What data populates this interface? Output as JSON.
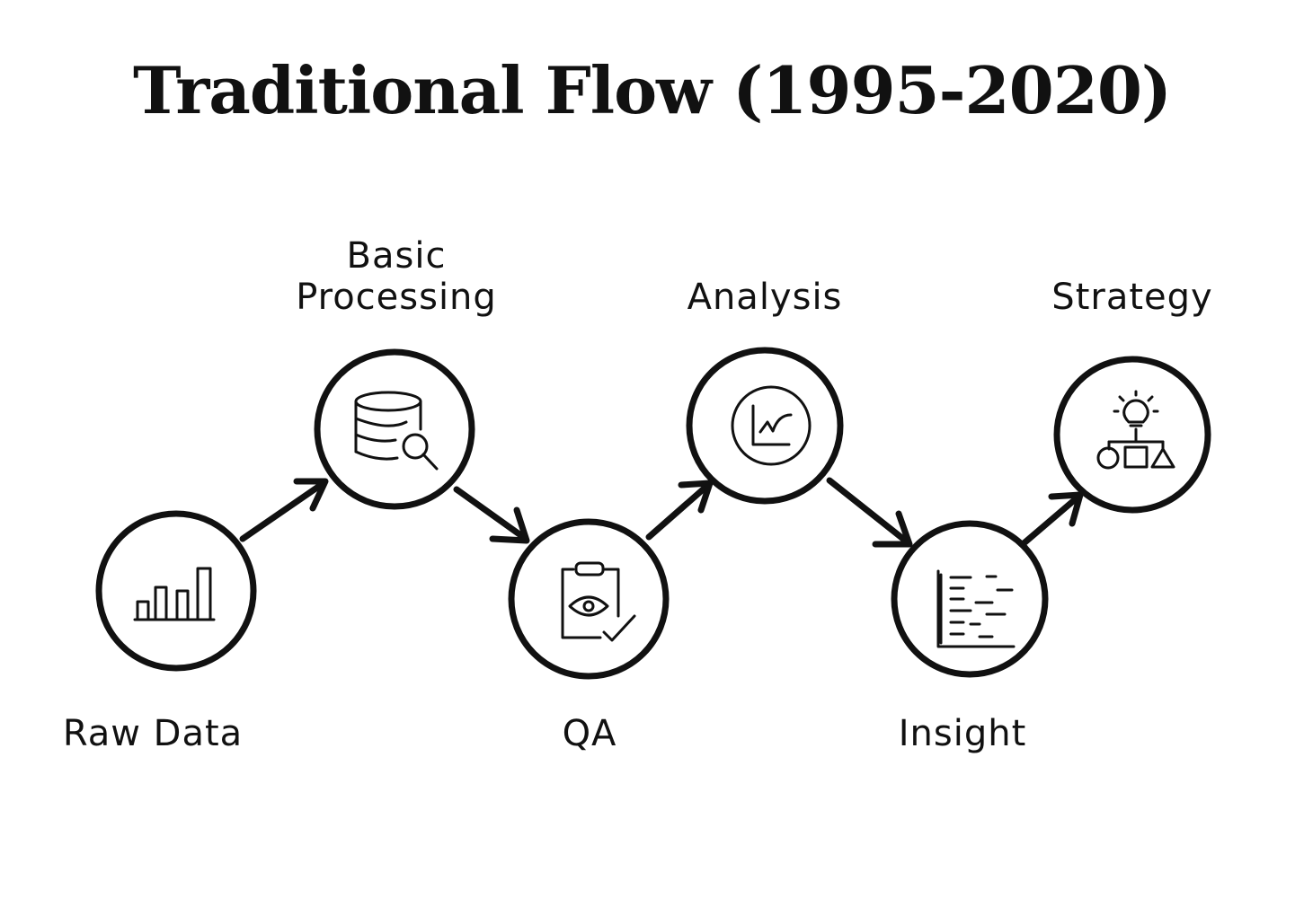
{
  "title": "Traditional Flow (1995-2020)",
  "steps": [
    {
      "id": "raw-data",
      "label": [
        "Raw Data"
      ],
      "icon": "bar-chart-icon"
    },
    {
      "id": "basic-processing",
      "label": [
        "Basic",
        "Processing"
      ],
      "icon": "database-search-icon"
    },
    {
      "id": "qa",
      "label": [
        "QA"
      ],
      "icon": "clipboard-eye-check-icon"
    },
    {
      "id": "analysis",
      "label": [
        "Analysis"
      ],
      "icon": "line-chart-circle-icon"
    },
    {
      "id": "insight",
      "label": [
        "Insight"
      ],
      "icon": "horizontal-lines-chart-icon"
    },
    {
      "id": "strategy",
      "label": [
        "Strategy"
      ],
      "icon": "lightbulb-flowchart-icon"
    }
  ],
  "colors": {
    "ink": "#111111",
    "background": "#ffffff"
  }
}
